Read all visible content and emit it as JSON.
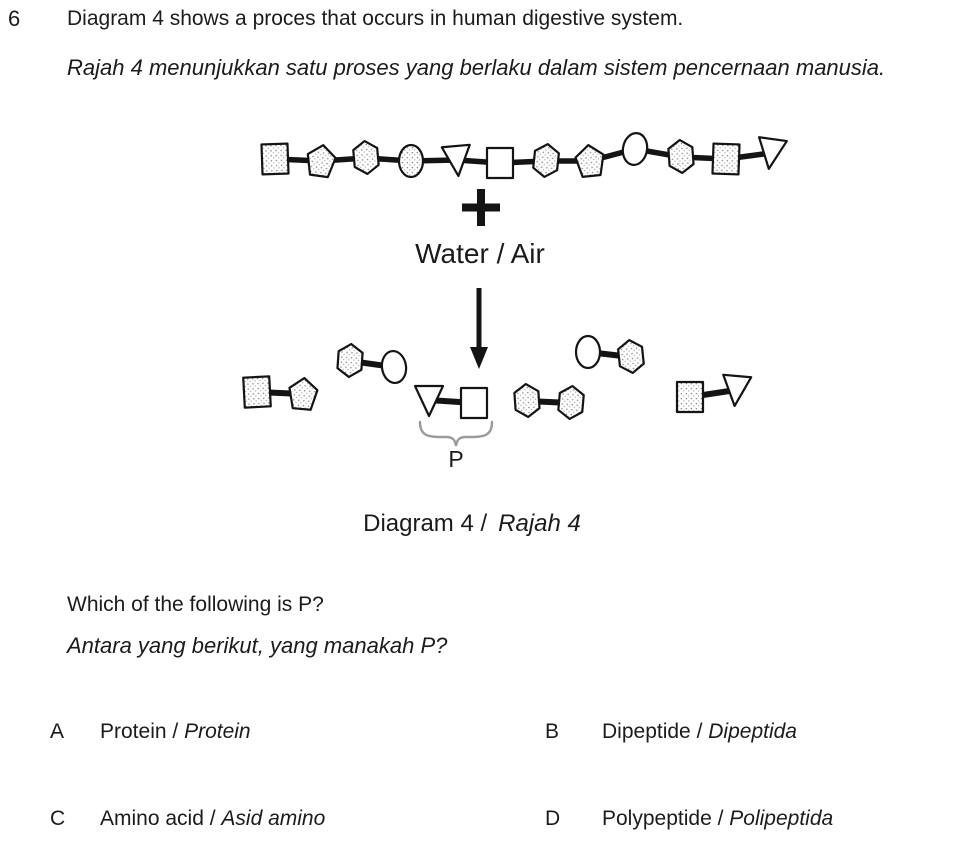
{
  "question": {
    "number": "6",
    "prompt_en": "Diagram 4 shows a proces that occurs in human digestive system.",
    "prompt_ms": "Rajah 4 menunjukkan satu proses yang berlaku dalam sistem pencernaan manusia."
  },
  "diagram": {
    "plus_sign": "+",
    "substrate_label": "Water / Air",
    "product_label": "P",
    "caption_en": "Diagram 4 /",
    "caption_ms": "Rajah 4",
    "chain_shapes": [
      {
        "shape": "square",
        "fill": "stippled"
      },
      {
        "shape": "pentagon",
        "fill": "stippled"
      },
      {
        "shape": "hexagon",
        "fill": "stippled"
      },
      {
        "shape": "oval",
        "fill": "stippled"
      },
      {
        "shape": "triangle",
        "fill": "white"
      },
      {
        "shape": "square",
        "fill": "white"
      },
      {
        "shape": "hexagon",
        "fill": "stippled"
      },
      {
        "shape": "pentagon",
        "fill": "stippled"
      },
      {
        "shape": "oval",
        "fill": "white"
      },
      {
        "shape": "hexagon",
        "fill": "stippled"
      },
      {
        "shape": "square",
        "fill": "stippled"
      },
      {
        "shape": "triangle",
        "fill": "white"
      }
    ],
    "products": [
      {
        "shapes": [
          {
            "shape": "square",
            "fill": "stippled"
          },
          {
            "shape": "pentagon",
            "fill": "stippled"
          }
        ]
      },
      {
        "shapes": [
          {
            "shape": "hexagon",
            "fill": "stippled"
          },
          {
            "shape": "oval",
            "fill": "white"
          }
        ]
      },
      {
        "shapes": [
          {
            "shape": "triangle",
            "fill": "white"
          },
          {
            "shape": "square",
            "fill": "white"
          }
        ],
        "label": "P"
      },
      {
        "shapes": [
          {
            "shape": "hexagon",
            "fill": "stippled"
          },
          {
            "shape": "hexagon",
            "fill": "stippled"
          }
        ]
      },
      {
        "shapes": [
          {
            "shape": "oval",
            "fill": "white"
          },
          {
            "shape": "hexagon",
            "fill": "stippled"
          }
        ]
      },
      {
        "shapes": [
          {
            "shape": "square",
            "fill": "stippled"
          },
          {
            "shape": "triangle",
            "fill": "white"
          }
        ]
      }
    ]
  },
  "ask": {
    "en": "Which of the following is P?",
    "ms": "Antara yang berikut, yang manakah P?"
  },
  "separator": " / ",
  "options": [
    {
      "letter": "A",
      "en": "Protein",
      "ms": "Protein"
    },
    {
      "letter": "B",
      "en": "Dipeptide",
      "ms": "Dipeptida"
    },
    {
      "letter": "C",
      "en": "Amino acid",
      "ms": "Asid amino"
    },
    {
      "letter": "D",
      "en": "Polypeptide",
      "ms": "Polipeptida"
    }
  ],
  "colors": {
    "ink": "#141414",
    "text": "#1b1b1b",
    "brace": "#9a9a9a",
    "stipple_dot": "#8a8a8a"
  }
}
